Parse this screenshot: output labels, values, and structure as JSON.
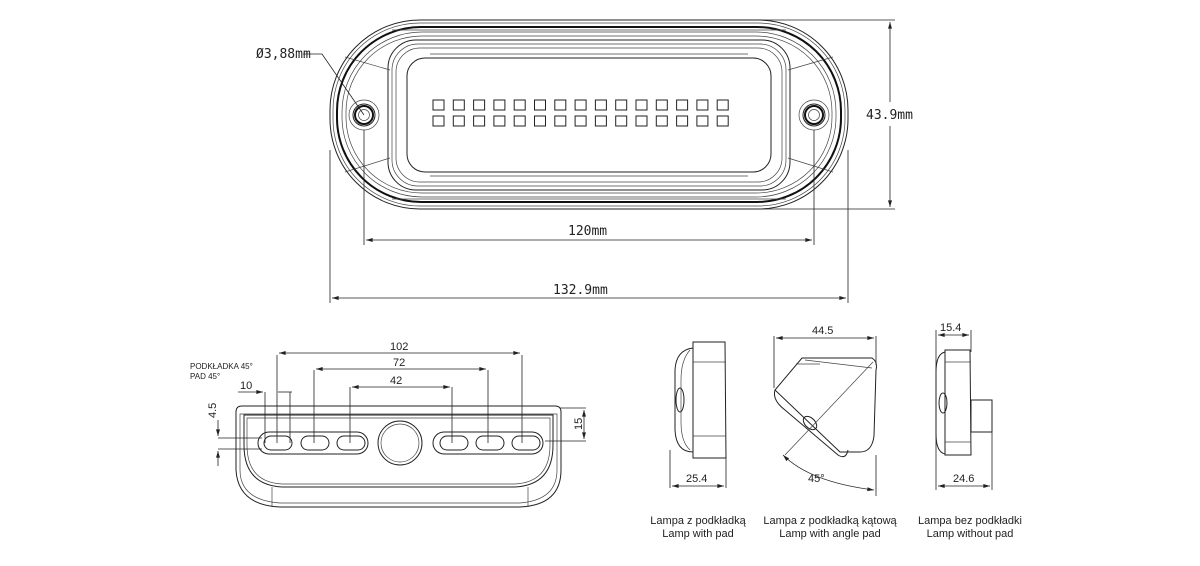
{
  "front_view": {
    "hole_diameter_label": "Ø3,88mm",
    "height_label": "43.9mm",
    "hole_spacing_label": "120mm",
    "overall_width_label": "132.9mm",
    "led_rows": 2,
    "led_cols": 15
  },
  "bottom_view": {
    "pad_note_pl": "PODKŁADKA 45°",
    "pad_note_en": "PAD 45°",
    "dim_102": "102",
    "dim_72": "72",
    "dim_42": "42",
    "dim_10": "10",
    "dim_4_5": "4.5",
    "dim_15": "15"
  },
  "side_views": [
    {
      "top_dim": "",
      "bottom_dim": "25.4",
      "caption_pl": "Lampa z podkładką",
      "caption_en": "Lamp with pad"
    },
    {
      "top_dim": "44.5",
      "angle": "45°",
      "caption_pl": "Lampa z podkładką kątową",
      "caption_en": "Lamp with angle pad"
    },
    {
      "top_dim": "15.4",
      "bottom_dim": "24.6",
      "caption_pl": "Lampa bez podkładki",
      "caption_en": "Lamp without pad"
    }
  ],
  "colors": {
    "line": "#222222",
    "background": "#ffffff"
  }
}
